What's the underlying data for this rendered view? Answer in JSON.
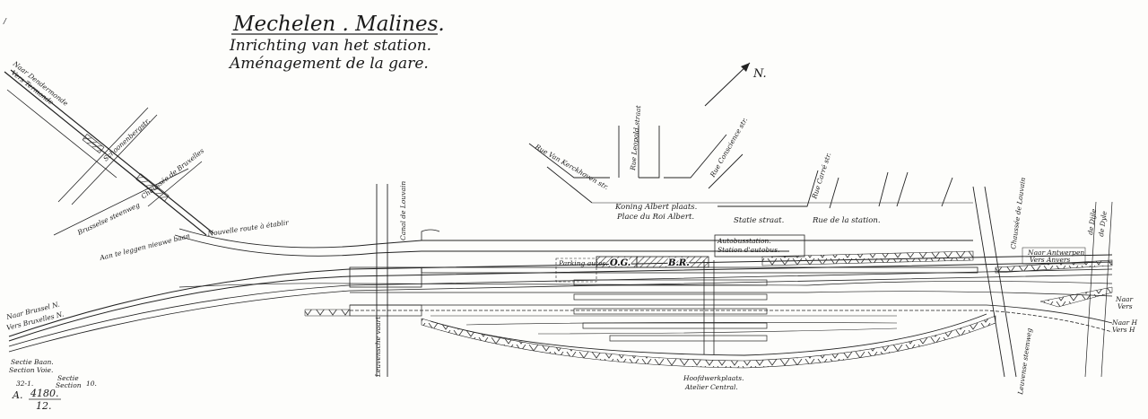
{
  "title": {
    "line1": "Mechelen . Malines.",
    "line2": "Inrichting van het station.",
    "line3": "Aménagement de la gare."
  },
  "north": "N.",
  "streets": {
    "dendermonde": "Naar Dendermonde",
    "termonde": "Vers Termonde",
    "schoonenbergstr": "Schoonenbergstr.",
    "chaussee_bruxelles": "Chaussée de Bruxelles",
    "brussels_steenweg": "Brusselse steenweg",
    "nouvelle_route": "Nouvelle route à établir",
    "aan_te_leggen": "Aan te leggen nieuwe baan",
    "canal_louvain": "Canal de Louvain",
    "leuvensche_vaart": "Leuvensche vaart",
    "rue_van_kerckhoven": "Rue Van Kerckhoven str.",
    "rue_leopold": "Rue Leopold straat",
    "rue_conscience": "Rue Conscience str.",
    "rue_carre": "Rue Carré str.",
    "koning_albert_plaats": "Koning Albert plaats.",
    "place_roi_albert": "Place du Roi Albert.",
    "statie_straat": "Statie straat.",
    "rue_station": "Rue de la station.",
    "chaussee_louvain": "Chaussée de Louvain",
    "leuvense_steenweg": "Leuvense steenweg",
    "naar_antwerpen": "Naar Antwerpen",
    "vers_anvers": "Vers Anvers",
    "dijle": "de Dijle",
    "dyle": "de Dyle",
    "naar_brussel": "Naar Brussel N.",
    "vers_bruxelles": "Vers Bruxelles N.",
    "naar_right": "Naar",
    "vers_right": "Vers",
    "naar_h": "Naar H",
    "vers_h": "Vers H"
  },
  "buildings": {
    "parking": "Parking autos.",
    "og": "O.G.",
    "br": "B.R.",
    "autobus_nl": "Autobusstation.",
    "autobus_fr": "Station d'autobus.",
    "atelier_nl": "Hoofdwerkplaats.",
    "atelier_fr": "Atelier Central."
  },
  "legend": {
    "sectie_baan": "Sectie Baan.",
    "section_voie": "Section Voie.",
    "num_321": "32-1.",
    "sectie": "Sectie",
    "section": "Section",
    "num_10": "10.",
    "a": "A.",
    "num_4180": "4180.",
    "num_12": "12."
  }
}
